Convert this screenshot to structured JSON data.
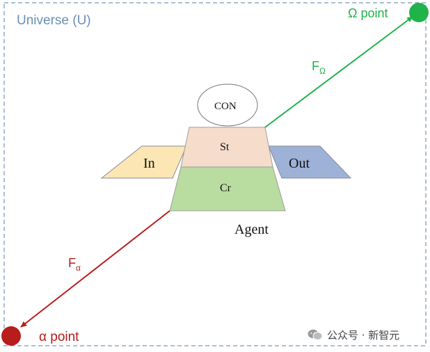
{
  "universe_label": "Universe (U)",
  "omega_point_label": "Ω point",
  "alpha_point_label": "α point",
  "f_omega_label": "F",
  "f_omega_sub": "Ω",
  "f_alpha_label": "F",
  "f_alpha_sub": "α",
  "con_label": "CON",
  "st_label": "St",
  "cr_label": "Cr",
  "in_label": "In",
  "out_label": "Out",
  "agent_label": "Agent",
  "watermark_text": "公众号 · 新智元",
  "colors": {
    "frame": "#8fa7c7",
    "universe_text": "#6a8fb5",
    "omega": "#1fb34a",
    "alpha": "#b81c1c",
    "st_fill": "#f6dccb",
    "cr_fill": "#b9dca1",
    "in_fill": "#fbe6b4",
    "out_fill": "#9eb2d8"
  }
}
